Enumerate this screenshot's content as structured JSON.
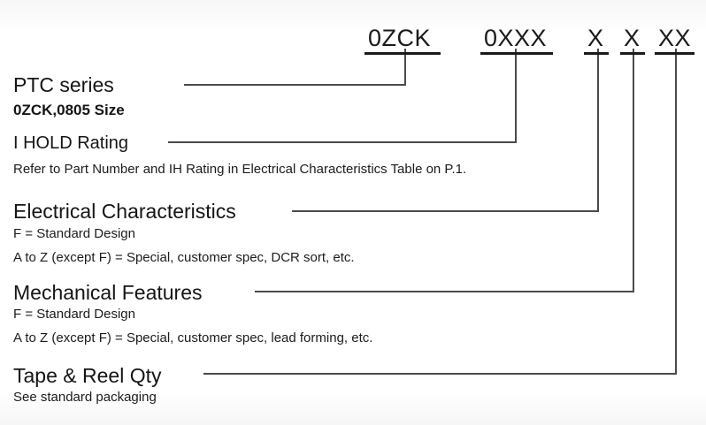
{
  "part_number": {
    "segments": [
      "0ZCK",
      "0XXX",
      "X",
      "X",
      "XX"
    ]
  },
  "fields": [
    {
      "title": "PTC series",
      "details": [
        "0ZCK,0805 Size"
      ]
    },
    {
      "title": "I HOLD Rating",
      "details": [
        "Refer to Part Number and IH Rating in Electrical Characteristics Table on P.1."
      ]
    },
    {
      "title": "Electrical Characteristics",
      "details": [
        "F = Standard Design",
        "A to Z (except F) = Special, customer spec, DCR sort, etc."
      ]
    },
    {
      "title": "Mechanical Features",
      "details": [
        "F = Standard Design",
        "A to Z (except F) = Special, customer spec, lead forming, etc."
      ]
    },
    {
      "title": "Tape & Reel Qty",
      "details": [
        "See standard packaging"
      ]
    }
  ],
  "colors": {
    "text": "#111111",
    "connector": "#4a4a4a",
    "background": "#ffffff"
  }
}
